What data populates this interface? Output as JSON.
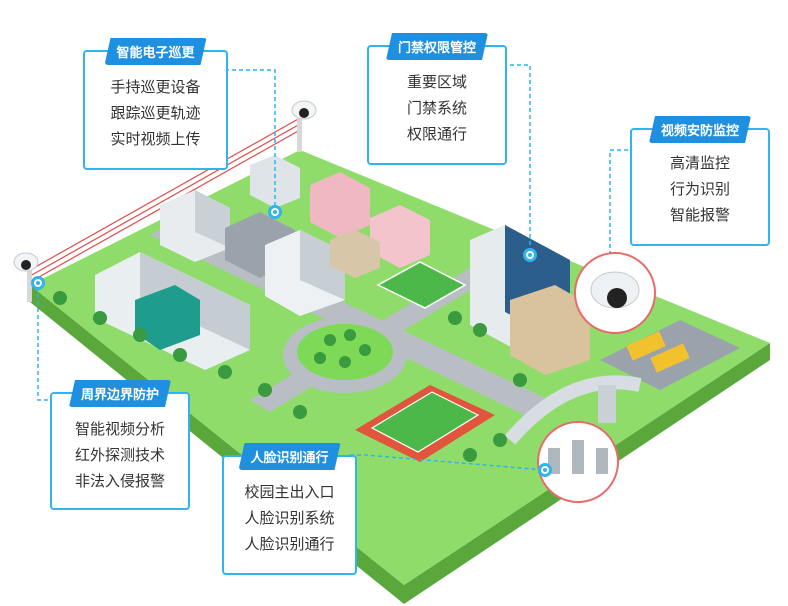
{
  "cards": [
    {
      "key": "patrol",
      "title": "智能电子巡更",
      "items": [
        "手持巡更设备",
        "跟踪巡更轨迹",
        "实时视频上传"
      ]
    },
    {
      "key": "access",
      "title": "门禁权限管控",
      "items": [
        "重要区域",
        "门禁系统",
        "权限通行"
      ]
    },
    {
      "key": "video",
      "title": "视频安防监控",
      "items": [
        "高清监控",
        "行为识别",
        "智能报警"
      ]
    },
    {
      "key": "perimeter",
      "title": "周界边界防护",
      "items": [
        "智能视频分析",
        "红外探测技术",
        "非法入侵报警"
      ]
    },
    {
      "key": "face",
      "title": "人脸识别通行",
      "items": [
        "校园主出入口",
        "人脸识别系统",
        "人脸识别通行"
      ]
    }
  ],
  "colors": {
    "accent": "#2fb4ee",
    "tag": "#1f8fe0",
    "grass": "#7ed957",
    "road": "#a9adb3",
    "track": "#e0553c"
  }
}
